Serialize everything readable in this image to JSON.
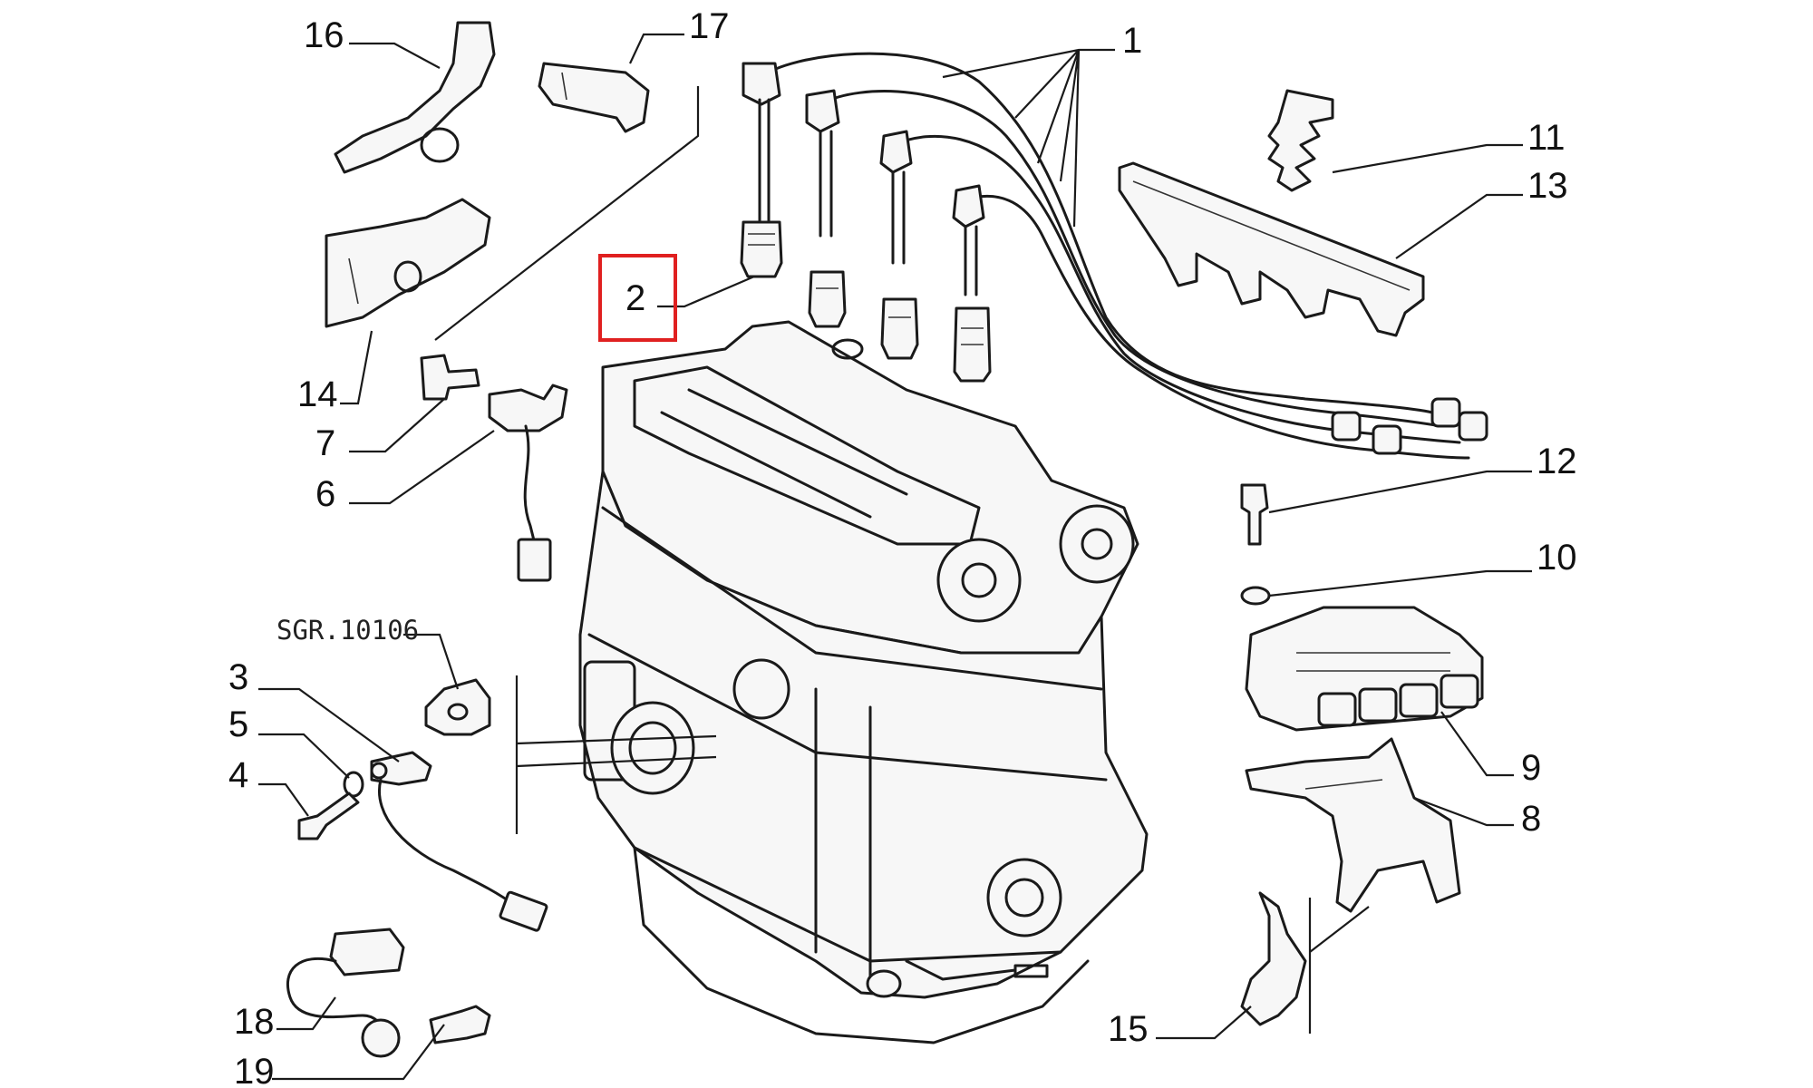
{
  "diagram": {
    "callouts": [
      {
        "id": "c1",
        "label": "1"
      },
      {
        "id": "c2",
        "label": "2"
      },
      {
        "id": "c3",
        "label": "3"
      },
      {
        "id": "c4",
        "label": "4"
      },
      {
        "id": "c5",
        "label": "5"
      },
      {
        "id": "c6",
        "label": "6"
      },
      {
        "id": "c7",
        "label": "7"
      },
      {
        "id": "c8",
        "label": "8"
      },
      {
        "id": "c9",
        "label": "9"
      },
      {
        "id": "c10",
        "label": "10"
      },
      {
        "id": "c11",
        "label": "11"
      },
      {
        "id": "c12",
        "label": "12"
      },
      {
        "id": "c13",
        "label": "13"
      },
      {
        "id": "c14",
        "label": "14"
      },
      {
        "id": "c15",
        "label": "15"
      },
      {
        "id": "c16",
        "label": "16"
      },
      {
        "id": "c17",
        "label": "17"
      },
      {
        "id": "c18",
        "label": "18"
      },
      {
        "id": "c19",
        "label": "19"
      }
    ],
    "reference_label": "SGR.10106",
    "highlighted_callout": "2",
    "colors": {
      "line": "#1a1a1a",
      "highlight": "#e02020",
      "background": "#ffffff"
    }
  }
}
